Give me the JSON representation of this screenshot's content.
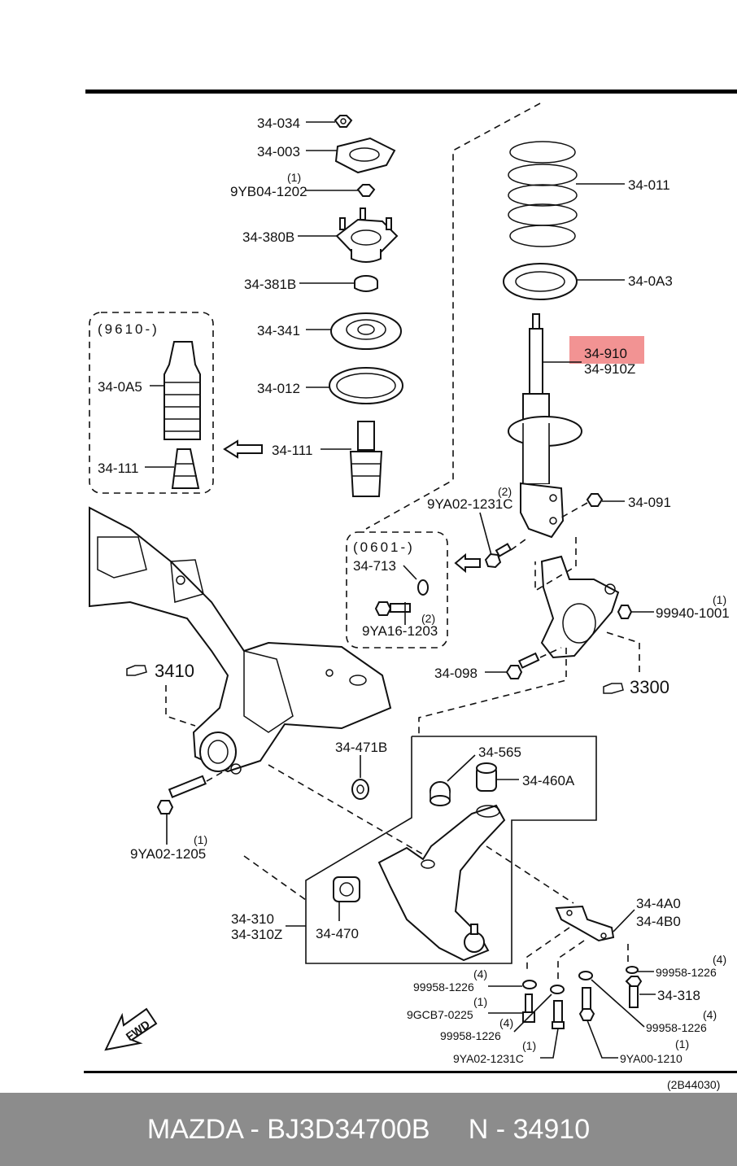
{
  "labels": {
    "p34_034": "34-034",
    "p34_003": "34-003",
    "p9yb04": "9YB04-1202",
    "p9yb04_qty": "(1)",
    "p34_380b": "34-380B",
    "p34_381b": "34-381B",
    "p34_341": "34-341",
    "p34_012": "34-012",
    "p34_111_center": "34-111",
    "p34_011": "34-011",
    "p34_0a3": "34-0A3",
    "p34_910": "34-910",
    "p34_910z": "34-910Z",
    "group_9610": "(9610-)",
    "p34_0a5": "34-0A5",
    "p34_111_left": "34-111",
    "p9ya02_1231c_top": "9YA02-1231C",
    "p9ya02_1231c_top_qty": "(2)",
    "p34_091": "34-091",
    "group_0601": "(0601-)",
    "p34_713": "34-713",
    "p9ya16": "9YA16-1203",
    "p9ya16_qty": "(2)",
    "p99940": "99940-1001",
    "p99940_qty": "(1)",
    "ref_3410": "3410",
    "p34_098": "34-098",
    "ref_3300": "3300",
    "p34_471b": "34-471B",
    "p34_565": "34-565",
    "p34_460a": "34-460A",
    "p9ya02_1205": "9YA02-1205",
    "p9ya02_1205_qty": "(1)",
    "p34_310": "34-310",
    "p34_310z": "34-310Z",
    "p34_470": "34-470",
    "p34_4a0": "34-4A0",
    "p34_4b0": "34-4B0",
    "p99958_a": "99958-1226",
    "p99958_a_qty": "(4)",
    "p9gcb7": "9GCB7-0225",
    "p9gcb7_qty": "(1)",
    "p99958_b": "99958-1226",
    "p99958_b_qty": "(4)",
    "p9ya02_1231c_bot": "9YA02-1231C",
    "p9ya02_1231c_bot_qty": "(1)",
    "p99958_c": "99958-1226",
    "p99958_c_qty": "(4)",
    "p34_318": "34-318",
    "p99958_d": "99958-1226",
    "p99958_d_qty": "(4)",
    "p9ya00": "9YA00-1210",
    "p9ya00_qty": "(1)",
    "fwd": "FWD",
    "diagram_code": "(2B44030)"
  },
  "footer": {
    "text": "MAZDA - BJ3D34700B     N - 34910"
  },
  "colors": {
    "highlight": "#f08080",
    "footer_bg": "#8c8c8c",
    "footer_text": "#ffffff"
  }
}
